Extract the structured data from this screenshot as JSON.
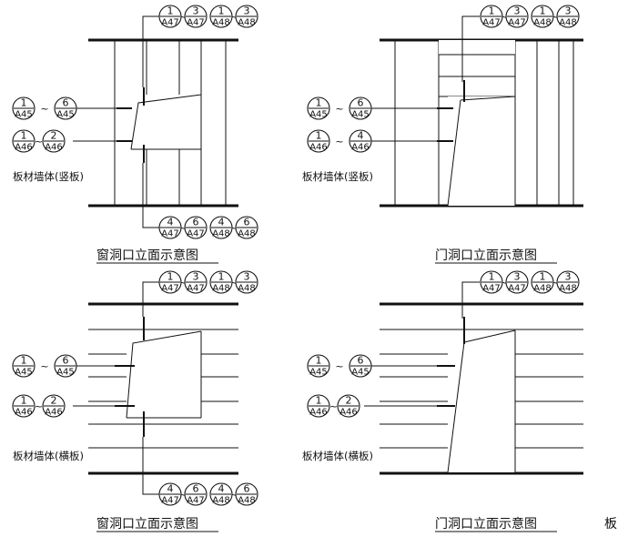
{
  "sheet": {
    "panels": [
      {
        "id": "window-vertical",
        "caption": "窗洞口立面示意图",
        "wall_label": "板材墙体(竖板)",
        "top_refs": [
          {
            "num": "1",
            "sheet": "A47"
          },
          {
            "num": "3",
            "sheet": "A47"
          },
          {
            "num": "1",
            "sheet": "A48"
          },
          {
            "num": "3",
            "sheet": "A48"
          }
        ],
        "left_upper_refs": [
          {
            "num": "1",
            "sheet": "A45"
          },
          {
            "num": "6",
            "sheet": "A45"
          }
        ],
        "left_lower_refs": [
          {
            "num": "1",
            "sheet": "A46"
          },
          {
            "num": "2",
            "sheet": "A46"
          }
        ],
        "bottom_refs": [
          {
            "num": "4",
            "sheet": "A47"
          },
          {
            "num": "6",
            "sheet": "A47"
          },
          {
            "num": "4",
            "sheet": "A48"
          },
          {
            "num": "6",
            "sheet": "A48"
          }
        ]
      },
      {
        "id": "door-vertical",
        "caption": "门洞口立面示意图",
        "wall_label": "板材墙体(竖板)",
        "top_refs": [
          {
            "num": "1",
            "sheet": "A47"
          },
          {
            "num": "3",
            "sheet": "A47"
          },
          {
            "num": "1",
            "sheet": "A48"
          },
          {
            "num": "3",
            "sheet": "A48"
          }
        ],
        "left_upper_refs": [
          {
            "num": "1",
            "sheet": "A45"
          },
          {
            "num": "6",
            "sheet": "A45"
          }
        ],
        "left_lower_refs": [
          {
            "num": "1",
            "sheet": "A46"
          },
          {
            "num": "4",
            "sheet": "A46"
          }
        ]
      },
      {
        "id": "window-horizontal",
        "caption": "窗洞口立面示意图",
        "wall_label": "板材墙体(横板)",
        "top_refs": [
          {
            "num": "1",
            "sheet": "A47"
          },
          {
            "num": "3",
            "sheet": "A47"
          },
          {
            "num": "1",
            "sheet": "A48"
          },
          {
            "num": "3",
            "sheet": "A48"
          }
        ],
        "left_upper_refs": [
          {
            "num": "1",
            "sheet": "A45"
          },
          {
            "num": "6",
            "sheet": "A45"
          }
        ],
        "left_lower_refs": [
          {
            "num": "1",
            "sheet": "A46"
          },
          {
            "num": "2",
            "sheet": "A46"
          }
        ],
        "bottom_refs": [
          {
            "num": "4",
            "sheet": "A47"
          },
          {
            "num": "6",
            "sheet": "A47"
          },
          {
            "num": "4",
            "sheet": "A48"
          },
          {
            "num": "6",
            "sheet": "A48"
          }
        ]
      },
      {
        "id": "door-horizontal",
        "caption": "门洞口立面示意图",
        "wall_label": "板材墙体(横板)",
        "top_refs": [
          {
            "num": "1",
            "sheet": "A47"
          },
          {
            "num": "3",
            "sheet": "A47"
          },
          {
            "num": "1",
            "sheet": "A48"
          },
          {
            "num": "3",
            "sheet": "A48"
          }
        ],
        "left_upper_refs": [
          {
            "num": "1",
            "sheet": "A45"
          },
          {
            "num": "6",
            "sheet": "A45"
          }
        ],
        "left_lower_refs": [
          {
            "num": "1",
            "sheet": "A46"
          },
          {
            "num": "2",
            "sheet": "A46"
          }
        ]
      }
    ],
    "edge_fragment": "板",
    "range_symbol": "~"
  }
}
